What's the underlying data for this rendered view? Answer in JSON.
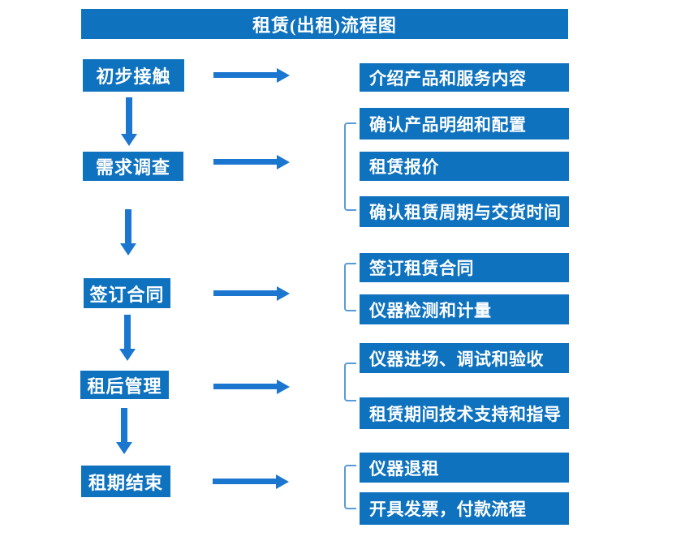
{
  "diagram": {
    "title": "租赁(出租)流程图",
    "colors": {
      "box_fill": "#0E72BF",
      "arrow": "#1B76D0",
      "bracket": "#5B9BD5",
      "text": "#FFFFFF",
      "background": "#FFFFFF"
    },
    "steps": [
      {
        "label": "初步接触",
        "outputs": [
          "介绍产品和服务内容"
        ]
      },
      {
        "label": "需求调查",
        "outputs": [
          "确认产品明细和配置",
          "租赁报价",
          "确认租赁周期与交货时间"
        ]
      },
      {
        "label": "签订合同",
        "outputs": [
          "签订租赁合同",
          "仪器检测和计量"
        ]
      },
      {
        "label": "租后管理",
        "outputs": [
          "仪器进场、调试和验收",
          "租赁期间技术支持和指导"
        ]
      },
      {
        "label": "租期结束",
        "outputs": [
          "仪器退租",
          "开具发票，付款流程"
        ]
      }
    ]
  }
}
